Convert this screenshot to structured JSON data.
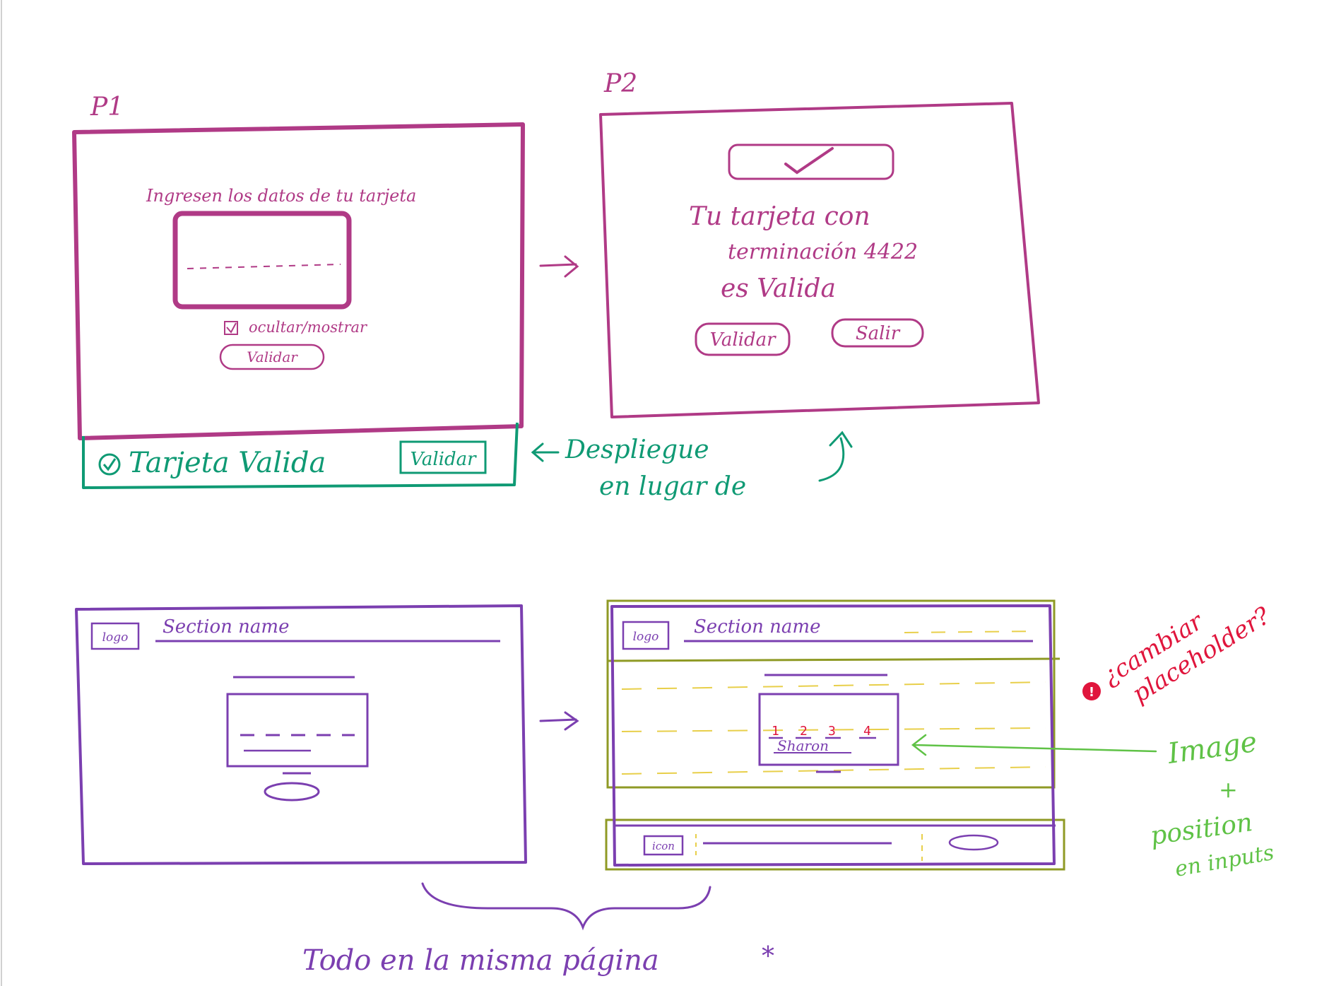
{
  "colors": {
    "magenta": "#b03a86",
    "teal": "#0f9a74",
    "purple": "#7b3fb0",
    "olive": "#8f9a25",
    "yellow": "#e8cf4a",
    "red": "#e0153c",
    "green": "#5fc246",
    "gray": "#d0d0d0"
  },
  "p1": {
    "label": "P1",
    "prompt": "Ingresen los datos de tu tarjeta",
    "checkbox_label": "ocultar/mostrar",
    "validate_button": "Validar"
  },
  "footer_bar": {
    "status_text": "Tarjeta Valida",
    "validate_button": "Validar"
  },
  "note_despliegue": {
    "line1": "Despliegue",
    "line2": "en lugar de"
  },
  "p2": {
    "label": "P2",
    "message_line1": "Tu tarjeta con",
    "message_line2": "terminación 4422",
    "message_line3": "es Valida",
    "validate_button": "Validar",
    "exit_button": "Salir"
  },
  "wire1": {
    "logo": "logo",
    "section_name": "Section name"
  },
  "wire2": {
    "logo": "logo",
    "section_name": "Section name",
    "digits": [
      "1",
      "2",
      "3",
      "4"
    ],
    "card_name": "Sharon",
    "icon_label": "icon"
  },
  "note_placeholder": {
    "line1": "¿cambiar",
    "line2": "placeholder?"
  },
  "note_image": {
    "line1": "Image",
    "line2": "+",
    "line3": "position",
    "line4": "en inputs"
  },
  "bottom_caption": "Todo en la misma página",
  "asterisk": "*"
}
